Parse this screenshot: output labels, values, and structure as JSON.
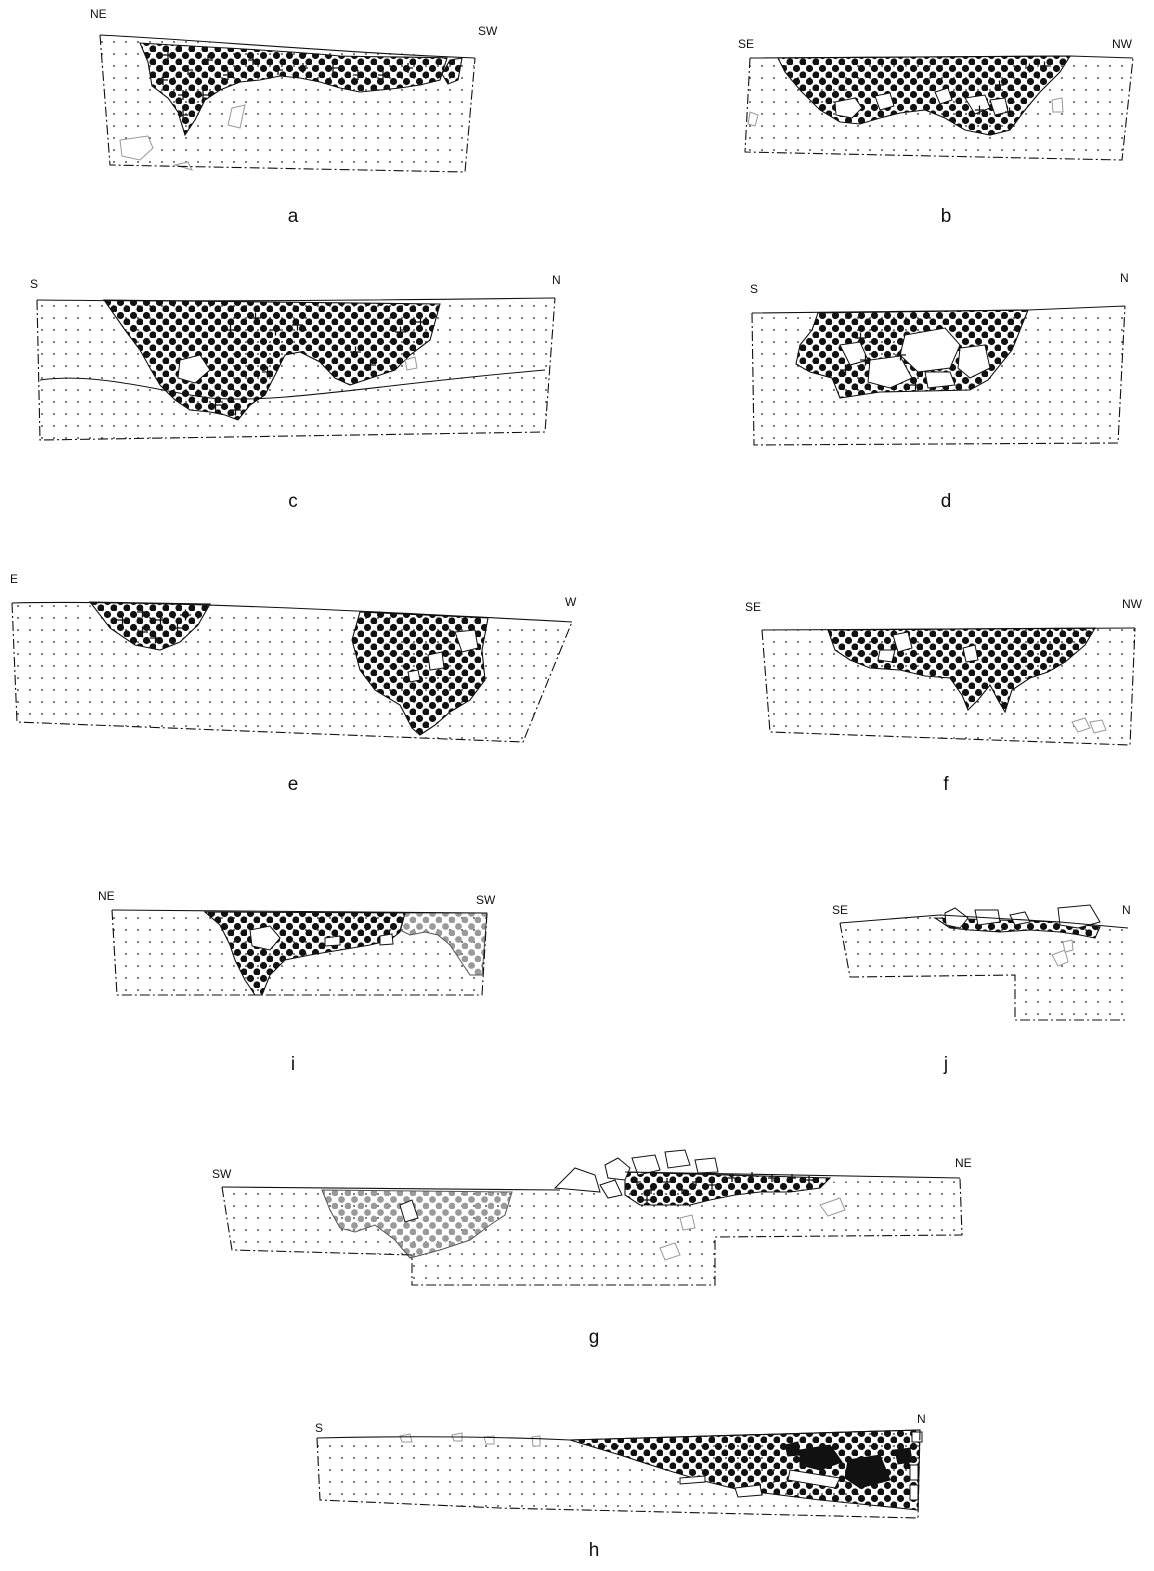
{
  "panels": [
    {
      "id": "a",
      "label": "a",
      "left": "NE",
      "right": "SW"
    },
    {
      "id": "b",
      "label": "b",
      "left": "SE",
      "right": "NW"
    },
    {
      "id": "c",
      "label": "c",
      "left": "S",
      "right": "N"
    },
    {
      "id": "d",
      "label": "d",
      "left": "S",
      "right": "N"
    },
    {
      "id": "e",
      "label": "e",
      "left": "E",
      "right": "W"
    },
    {
      "id": "f",
      "label": "f",
      "left": "SE",
      "right": "NW"
    },
    {
      "id": "i",
      "label": "i",
      "left": "NE",
      "right": "SW"
    },
    {
      "id": "j",
      "label": "j",
      "left": "SE",
      "right": "N"
    },
    {
      "id": "g",
      "label": "g",
      "left": "SW",
      "right": "NE"
    },
    {
      "id": "h",
      "label": "h",
      "left": "S",
      "right": "N"
    }
  ],
  "colors": {
    "ink": "#111111",
    "grey_fill": "#9a9a9a",
    "background": "#ffffff"
  }
}
